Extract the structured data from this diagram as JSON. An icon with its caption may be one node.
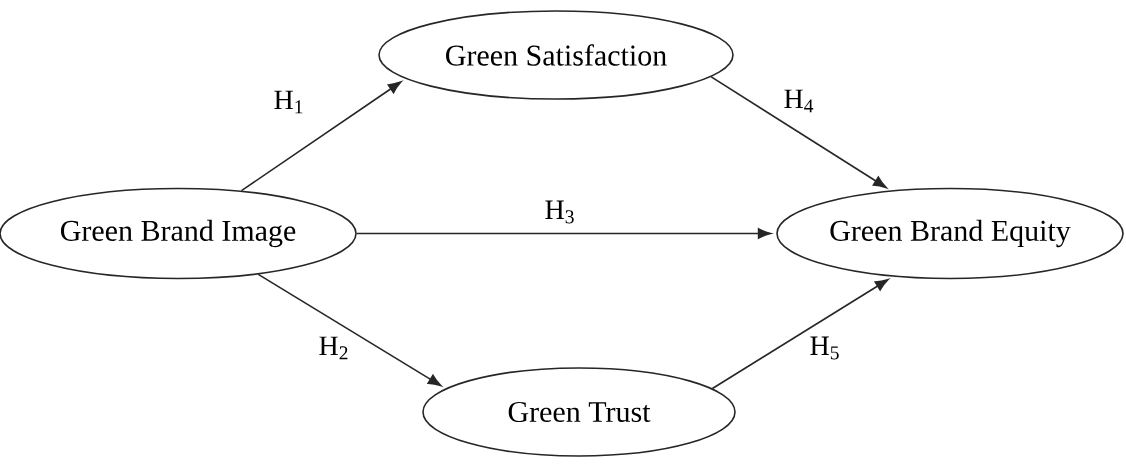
{
  "diagram": {
    "nodes": [
      {
        "text": [
          "Green Satisfaction"
        ]
      },
      {
        "text": [
          "Green Brand Image"
        ]
      },
      {
        "text": [
          "Green Brand Equity"
        ]
      },
      {
        "text": [
          "Green Trust"
        ]
      }
    ],
    "edges": [
      {
        "from": 1,
        "to": 0,
        "arrow": "to",
        "label": "H$_{1}$"
      },
      {
        "from": 1,
        "to": 3,
        "arrow": "to",
        "label": "H$_{2}$"
      },
      {
        "from": 1,
        "to": 2,
        "arrow": "to",
        "label": "H$_{3}$"
      },
      {
        "from": 0,
        "to": 2,
        "arrow": "to",
        "label": "H$_{4}$"
      },
      {
        "from": 3,
        "to": 2,
        "arrow": "to",
        "label": "H$_{5}$"
      }
    ]
  }
}
